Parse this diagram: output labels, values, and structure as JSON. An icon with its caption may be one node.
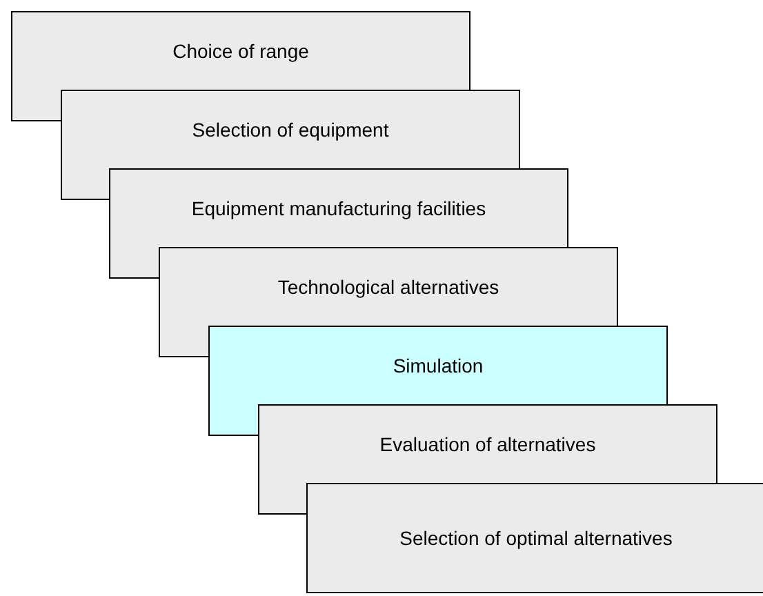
{
  "diagram": {
    "nodes": [
      {
        "text": [
          "Choice of range"
        ]
      },
      {
        "text": [
          "Selection of equipment"
        ]
      },
      {
        "text": [
          "Equipment manufacturing facilities"
        ]
      },
      {
        "text": [
          "Technological alternatives"
        ]
      },
      {
        "text": [
          "Simulation"
        ]
      },
      {
        "text": [
          "Evaluation of alternatives"
        ]
      },
      {
        "text": [
          "Selection of optimal alternatives"
        ]
      }
    ]
  }
}
